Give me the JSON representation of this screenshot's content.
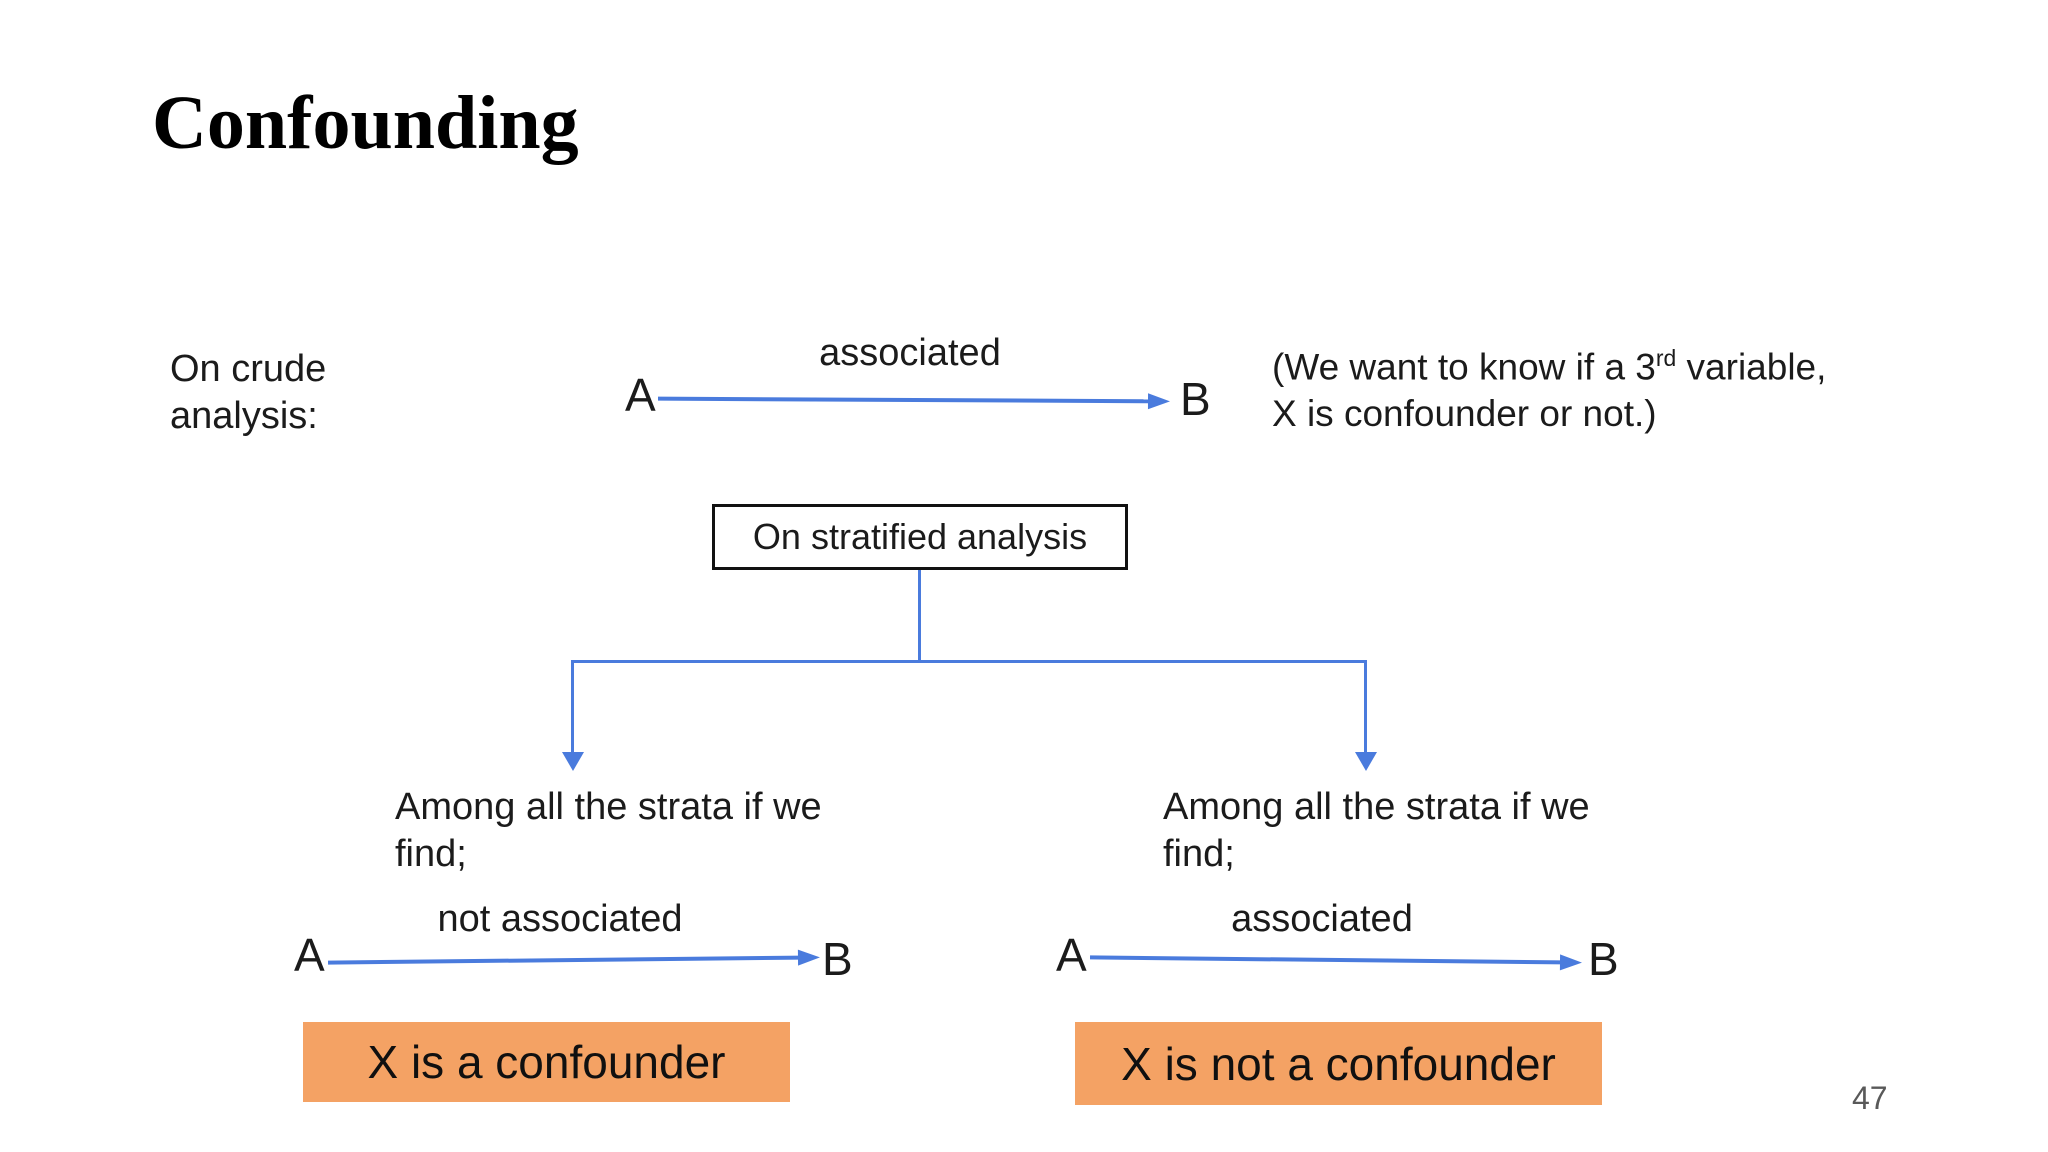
{
  "slide": {
    "title": "Confounding",
    "page_number": "47"
  },
  "crude_section": {
    "intro": "On crude analysis:",
    "arrow_label": "associated",
    "node_a": "A",
    "node_b": "B",
    "note_line1_pre": "(We want to know if a 3",
    "note_line1_sup": "rd",
    "note_line1_post": " variable,",
    "note_line2": "X is confounder or not.)"
  },
  "stratified_box": {
    "label": "On stratified analysis"
  },
  "left_branch": {
    "condition": "Among all the strata if we find;",
    "arrow_label": "not associated",
    "node_a": "A",
    "node_b": "B",
    "result": "X is a confounder"
  },
  "right_branch": {
    "condition": "Among all the strata if we find;",
    "arrow_label": "associated",
    "node_a": "A",
    "node_b": "B",
    "result": "X is not a confounder"
  },
  "colors": {
    "connector_blue": "#4a7bdd",
    "result_box_orange": "#f4a264",
    "page_number_gray": "#595959"
  }
}
